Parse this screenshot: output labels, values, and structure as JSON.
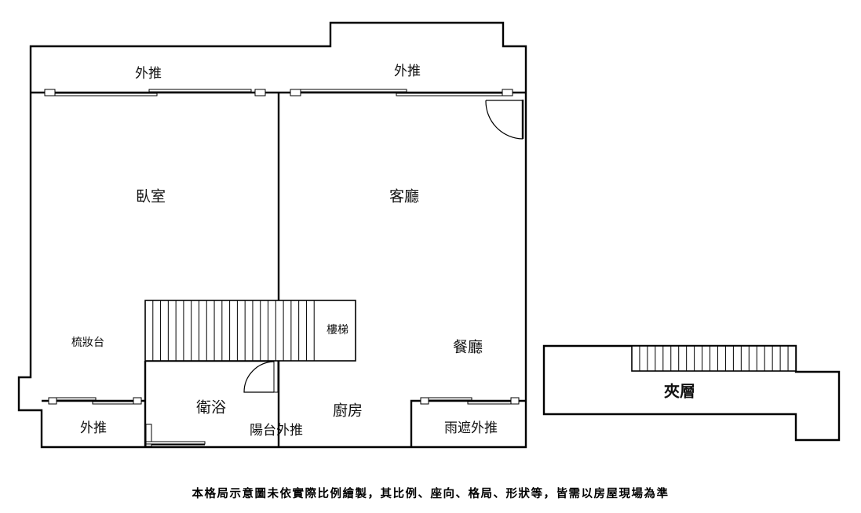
{
  "rooms": {
    "bedroom": "臥室",
    "living_room": "客廳",
    "dining_room": "餐廳",
    "kitchen": "廚房",
    "bathroom": "衛浴",
    "staircase": "樓梯",
    "vanity": "梳妝台",
    "mezzanine": "夾層"
  },
  "extensions": {
    "top_left": "外推",
    "top_right": "外推",
    "bottom_left": "外推",
    "balcony": "陽台外推",
    "canopy": "雨遮外推"
  },
  "disclaimer": "本格局示意圖未依實際比例繪製，其比例、座向、格局、形狀等，皆需以房屋現場為準",
  "stairs": {
    "main_tread_count": 23,
    "mezzanine_tread_count": 21
  }
}
